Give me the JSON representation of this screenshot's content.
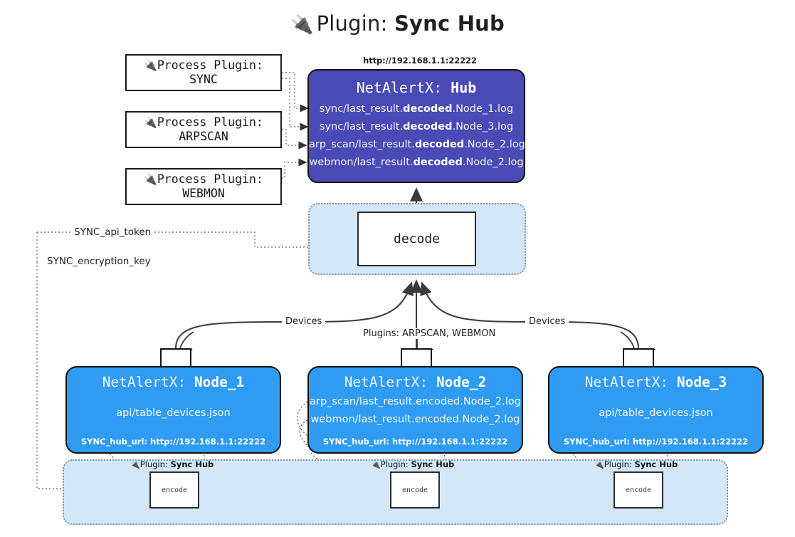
{
  "title": {
    "icon": "plug-icon",
    "prefix": "Plugin:",
    "name": "Sync Hub"
  },
  "process_plugins": [
    {
      "icon": "plug-icon",
      "line1": "Process Plugin:",
      "line2": "SYNC"
    },
    {
      "icon": "plug-icon",
      "line1": "Process Plugin:",
      "line2": "ARPSCAN"
    },
    {
      "icon": "plug-icon",
      "line1": "Process Plugin:",
      "line2": "WEBMON"
    }
  ],
  "hub": {
    "url": "http://192.168.1.1:22222",
    "title_prefix": "NetAlertX:",
    "title_name": "Hub",
    "lines": [
      {
        "pre": "sync/last_result.",
        "bold": "decoded",
        "post": ".Node_1.log"
      },
      {
        "pre": "sync/last_result.",
        "bold": "decoded",
        "post": ".Node_3.log"
      },
      {
        "pre": "arp_scan/last_result.",
        "bold": "decoded",
        "post": ".Node_2.log"
      },
      {
        "pre": "webmon/last_result.",
        "bold": "decoded",
        "post": ".Node_2.log"
      }
    ]
  },
  "decode": {
    "label": "decode"
  },
  "settings": {
    "api_token": "SYNC_api_token",
    "encryption_key": "SYNC_encryption_key"
  },
  "edges": {
    "devices_left": "Devices",
    "devices_right": "Devices",
    "plugins_center": "Plugins: ARPSCAN, WEBMON"
  },
  "nodes": [
    {
      "title_prefix": "NetAlertX:",
      "title_name": "Node_1",
      "lines": [
        "api/table_devices.json"
      ],
      "hub_url_label": "SYNC_hub_url: http://192.168.1.1:22222",
      "icon": "envelope-icon"
    },
    {
      "title_prefix": "NetAlertX:",
      "title_name": "Node_2",
      "lines": [
        "arp_scan/last_result.encoded.Node_2.log",
        "webmon/last_result.encoded.Node_2.log"
      ],
      "hub_url_label": "SYNC_hub_url: http://192.168.1.1:22222",
      "icon": "envelope-icon"
    },
    {
      "title_prefix": "NetAlertX:",
      "title_name": "Node_3",
      "lines": [
        "api/table_devices.json"
      ],
      "hub_url_label": "SYNC_hub_url: http://192.168.1.1:22222",
      "icon": "envelope-icon"
    }
  ],
  "encoders": [
    {
      "caption_prefix": "Plugin:",
      "caption_name": "Sync Hub",
      "label": "encode",
      "icon": "plug-icon"
    },
    {
      "caption_prefix": "Plugin:",
      "caption_name": "Sync Hub",
      "label": "encode",
      "icon": "plug-icon"
    },
    {
      "caption_prefix": "Plugin:",
      "caption_name": "Sync Hub",
      "label": "encode",
      "icon": "plug-icon"
    }
  ],
  "colors": {
    "hub": "#4a4ab7",
    "node": "#2f9bf3",
    "container": "#d4e7f9",
    "stroke": "#111111"
  }
}
